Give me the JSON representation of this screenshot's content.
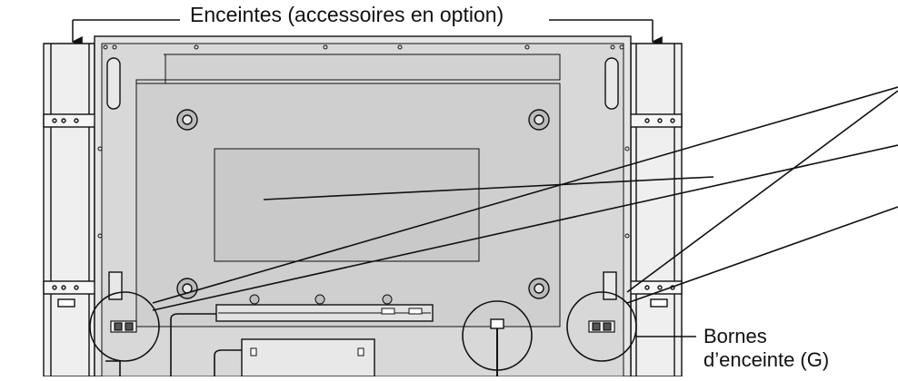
{
  "labels": {
    "speakers_optional": "Enceintes (accessoires en option)",
    "speaker_terminals_line1": "Bornes",
    "speaker_terminals_line2": "d’enceinte (G)"
  },
  "colors": {
    "line": "#111111",
    "panel_fill": "#d8d8d8",
    "inner_fill": "#cfcfcf",
    "speaker_fill": "#efefef",
    "background": "#ffffff"
  }
}
